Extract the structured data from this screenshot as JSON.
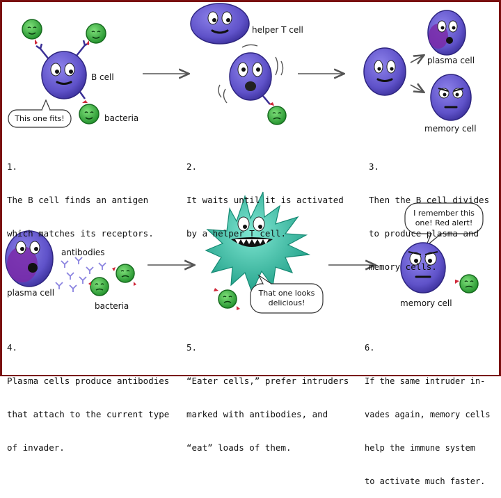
{
  "labels": {
    "b_cell": "B cell",
    "bacteria_1": "bacteria",
    "helper_t_cell": "helper T cell",
    "plasma_cell_3": "plasma cell",
    "memory_cell_3": "memory cell",
    "antibodies": "antibodies",
    "plasma_cell_4": "plasma cell",
    "bacteria_4": "bacteria",
    "memory_cell_6": "memory cell"
  },
  "bubbles": {
    "this_one_fits": "This one fits!",
    "delicious": [
      "That one looks",
      "delicious!"
    ],
    "remember": [
      "I remember this",
      "one! Red alert!"
    ]
  },
  "steps": [
    {
      "number": "1.",
      "lines": [
        "The B cell finds an antigen",
        "which matches its receptors."
      ]
    },
    {
      "number": "2.",
      "lines": [
        "It waits until it is activated",
        "by a helper T cell."
      ]
    },
    {
      "number": "3.",
      "lines": [
        "Then the B cell divides",
        "to produce plasma and",
        "memory cells."
      ]
    },
    {
      "number": "4.",
      "lines": [
        "Plasma cells produce antibodies",
        "that attach to the current type",
        "of invader."
      ]
    },
    {
      "number": "5.",
      "lines": [
        "“Eater cells,” prefer intruders",
        "marked with antibodies, and",
        "“eat” loads of them."
      ]
    },
    {
      "number": "6.",
      "lines": [
        "If the same intruder in-",
        "vades again, memory cells",
        "help the immune system",
        "to activate much faster."
      ]
    }
  ],
  "colors": {
    "cell_purple": "#6b5fd3",
    "cell_dark": "#3a2f96",
    "bacteria_green": "#3fb23f",
    "eater_teal": "#2ec4a8",
    "frame": "#7a1010"
  }
}
